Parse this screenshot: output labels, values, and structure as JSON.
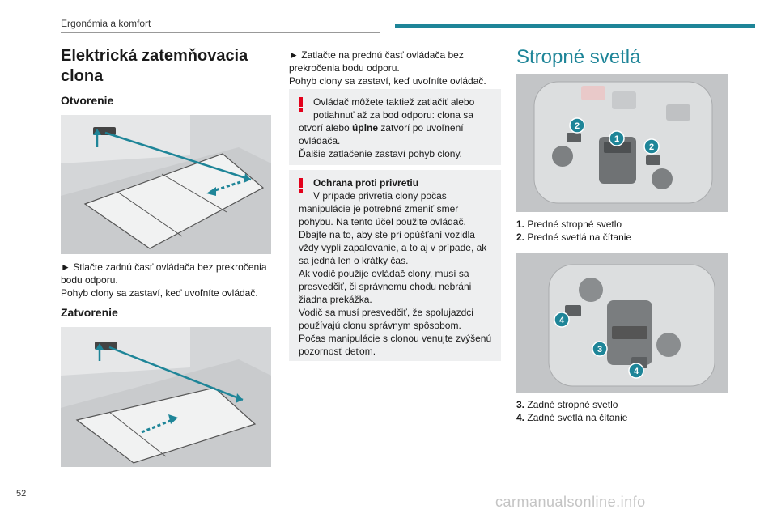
{
  "header": {
    "section": "Ergonómia a komfort"
  },
  "left": {
    "title": "Elektrická zatemňovacia clona",
    "open_heading": "Otvorenie",
    "open_text_1": "► Stlačte zadnú časť ovládača bez prekročenia bodu odporu.",
    "open_text_2": "Pohyb clony sa zastaví, keď uvoľníte ovládač.",
    "close_heading": "Zatvorenie"
  },
  "middle": {
    "text_1": "► Zatlačte na prednú časť ovládača bez prekročenia bodu odporu.",
    "text_2": "Pohyb clony sa zastaví, keď uvoľníte ovládač.",
    "note1_line1": "Ovládač môžete taktiež zatlačiť alebo potiahnuť až za bod odporu: clona sa",
    "note1_line2a": "otvorí alebo ",
    "note1_bold": "úplne",
    "note1_line2b": " zatvorí po uvoľnení ovládača.",
    "note1_line3": "Ďalšie zatlačenie zastaví pohyb clony.",
    "note2_title": "Ochrana proti privretiu",
    "note2_line1": "V prípade privretia clony počas",
    "note2_rest": "manipulácie je potrebné zmeniť smer pohybu. Na tento účel použite ovládač.",
    "note2_p2": "Dbajte na to, aby ste pri opúšťaní vozidla vždy vypli zapaľovanie, a to aj v prípade, ak sa jedná len o krátky čas.",
    "note2_p3": "Ak vodič použije ovládač clony, musí sa presvedčiť, či správnemu chodu nebráni žiadna prekážka.",
    "note2_p4": "Vodič sa musí presvedčiť, že spolujazdci používajú clonu správnym spôsobom.",
    "note2_p5": "Počas manipulácie s clonou venujte zvýšenú pozornosť deťom."
  },
  "right": {
    "title": "Stropné svetlá",
    "cap1_num": "1.",
    "cap1": "Predné stropné svetlo",
    "cap2_num": "2.",
    "cap2": "Predné svetlá na čítanie",
    "cap3_num": "3.",
    "cap3": "Zadné stropné svetlo",
    "cap4_num": "4.",
    "cap4": "Zadné svetlá na čítanie",
    "badges_front": [
      "1",
      "2",
      "2"
    ],
    "badges_rear": [
      "3",
      "4",
      "4"
    ]
  },
  "footer": {
    "page_number": "52",
    "watermark": "carmanualsonline.info"
  },
  "colors": {
    "accent": "#1e8598",
    "warning": "#e3001b",
    "note_bg": "#eeeff0"
  }
}
